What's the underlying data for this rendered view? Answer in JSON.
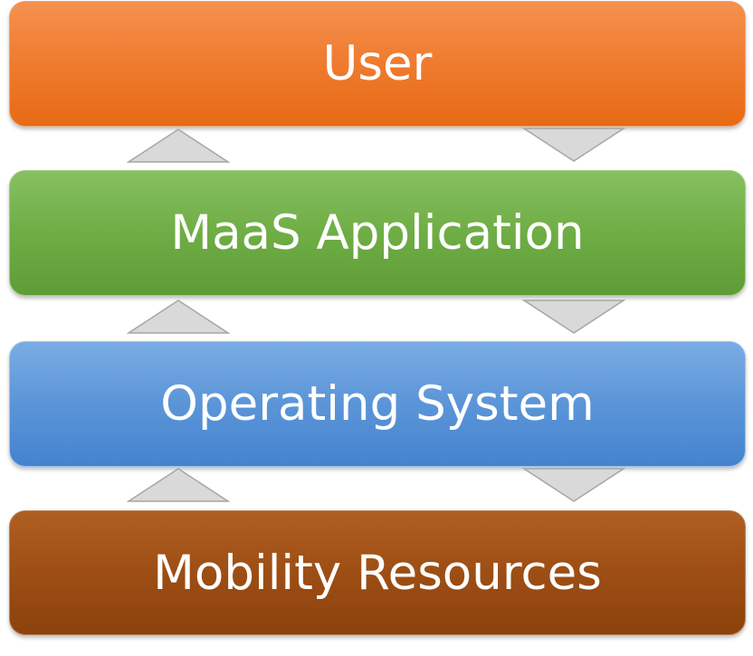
{
  "layers": [
    {
      "label": "User",
      "color": "#ef7b2e"
    },
    {
      "label": "MaaS Application",
      "color": "#6fad45"
    },
    {
      "label": "Operating System",
      "color": "#5b95d8"
    },
    {
      "label": "Mobility Resources",
      "color": "#9d4e14"
    }
  ],
  "arrows": {
    "fill": "#d9d9d9",
    "stroke": "#a6a6a6",
    "up_icon": "triangle-up-icon",
    "down_icon": "triangle-down-icon"
  }
}
